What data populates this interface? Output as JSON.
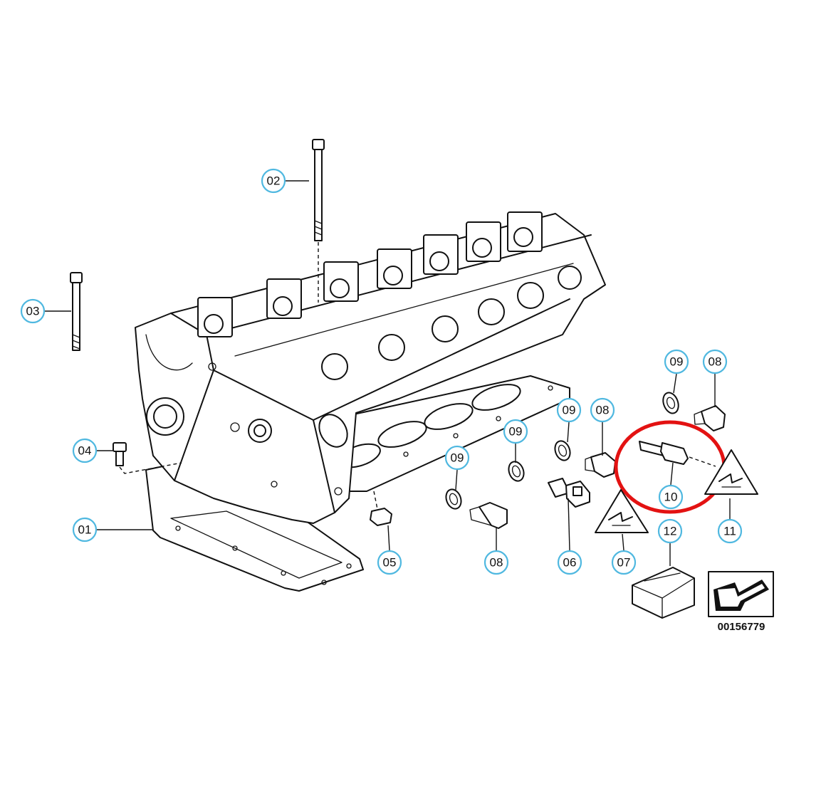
{
  "diagram_id": "00156779",
  "highlight_color": "#e31212",
  "callout_color": "#4fb8e0",
  "callouts": [
    {
      "label": "01"
    },
    {
      "label": "02"
    },
    {
      "label": "03"
    },
    {
      "label": "04"
    },
    {
      "label": "05"
    },
    {
      "label": "08"
    },
    {
      "label": "09"
    },
    {
      "label": "09"
    },
    {
      "label": "06"
    },
    {
      "label": "09"
    },
    {
      "label": "08"
    },
    {
      "label": "07"
    },
    {
      "label": "09"
    },
    {
      "label": "08"
    },
    {
      "label": "10"
    },
    {
      "label": "11"
    },
    {
      "label": "12"
    }
  ],
  "icons": [
    "cylinder-head-drawing",
    "head-gasket-drawing",
    "lower-gasket-drawing",
    "bolt-icon",
    "sealing-ring-icon",
    "sensor-icon",
    "warning-triangle-icon",
    "parts-box-icon",
    "navigation-arrow-icon"
  ]
}
